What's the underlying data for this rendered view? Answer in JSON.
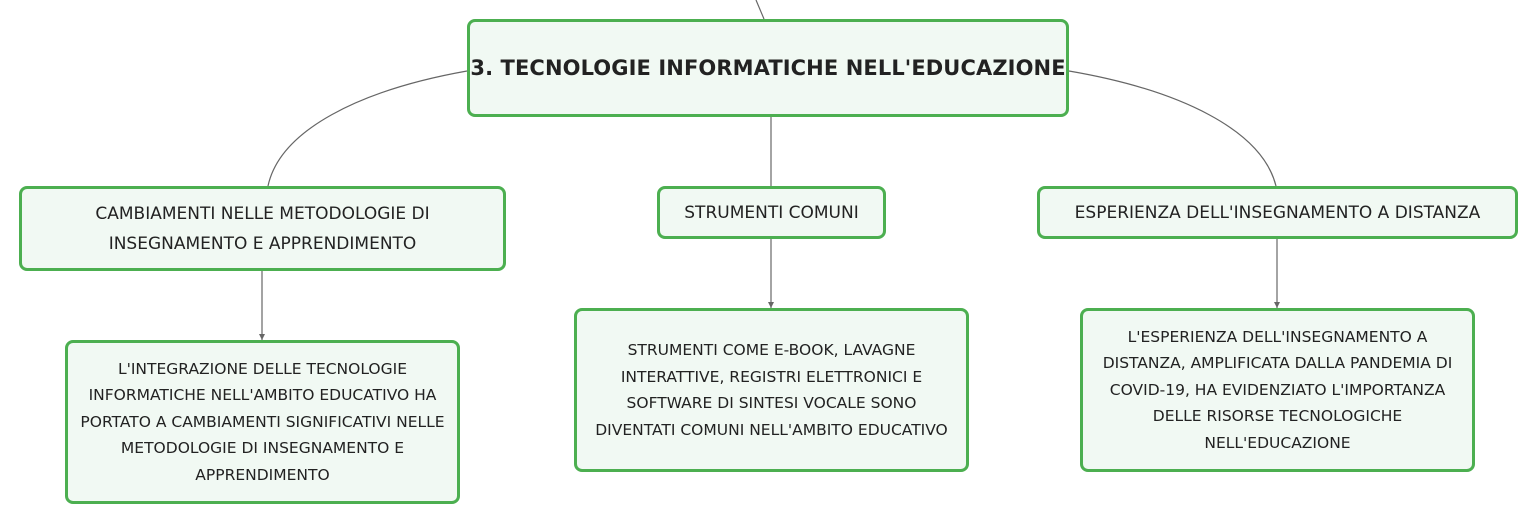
{
  "diagram": {
    "colors": {
      "node_fill": "#f1f9f3",
      "node_border": "#4caf50",
      "connector": "#666666",
      "text": "#222222"
    },
    "root": {
      "label": "3. TECNOLOGIE INFORMATICHE NELL'EDUCAZIONE"
    },
    "branches": [
      {
        "label": "CAMBIAMENTI NELLE METODOLOGIE DI INSEGNAMENTO E APPRENDIMENTO",
        "detail": "L'INTEGRAZIONE DELLE TECNOLOGIE INFORMATICHE NELL'AMBITO EDUCATIVO HA PORTATO A CAMBIAMENTI SIGNIFICATIVI NELLE METODOLOGIE DI INSEGNAMENTO E APPRENDIMENTO"
      },
      {
        "label": "STRUMENTI COMUNI",
        "detail": "STRUMENTI COME E-BOOK, LAVAGNE INTERATTIVE, REGISTRI ELETTRONICI E SOFTWARE DI SINTESI VOCALE SONO DIVENTATI COMUNI NELL'AMBITO EDUCATIVO"
      },
      {
        "label": "ESPERIENZA DELL'INSEGNAMENTO A DISTANZA",
        "detail": "L'ESPERIENZA DELL'INSEGNAMENTO A DISTANZA, AMPLIFICATA DALLA PANDEMIA DI COVID-19, HA EVIDENZIATO L'IMPORTANZA DELLE RISORSE TECNOLOGICHE NELL'EDUCAZIONE"
      }
    ]
  }
}
